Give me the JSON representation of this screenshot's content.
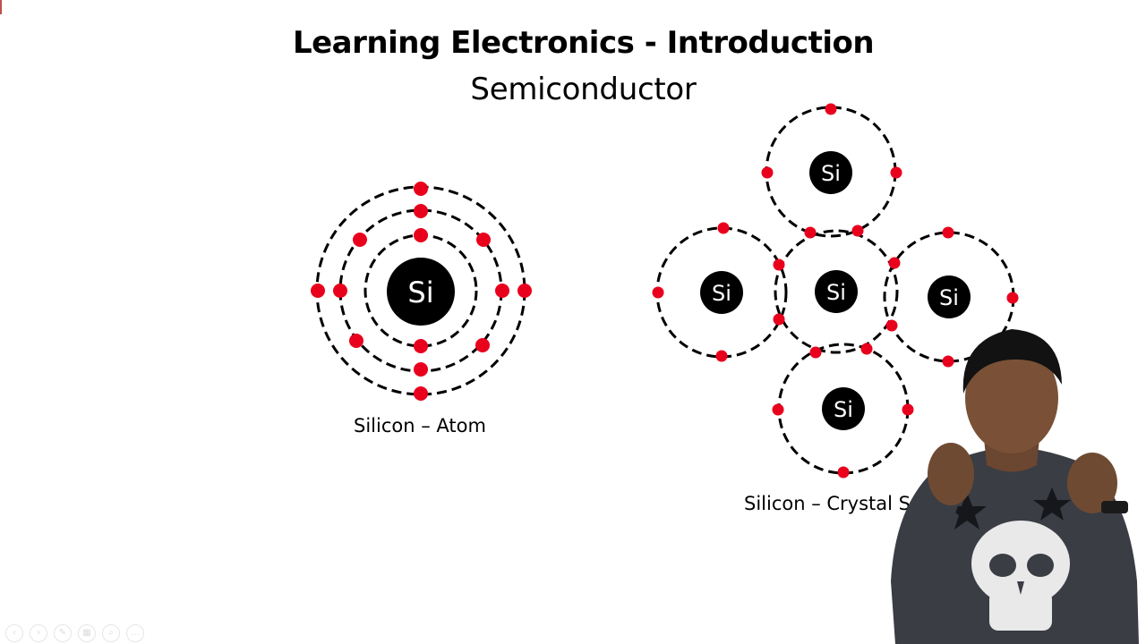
{
  "slide": {
    "title": "Learning Electronics - Introduction",
    "subtitle": "Semiconductor"
  },
  "atom": {
    "nucleus_label": "Si",
    "caption": "Silicon – Atom",
    "shell_electron_counts": [
      2,
      8,
      4
    ]
  },
  "crystal": {
    "caption": "Silicon – Crystal S",
    "atom_labels": [
      "Si",
      "Si",
      "Si",
      "Si",
      "Si"
    ]
  },
  "colors": {
    "electron": "#e8001c",
    "nucleus": "#000000",
    "nucleus_text": "#ffffff",
    "orbit": "#000000"
  },
  "toolbar": {
    "icons": [
      "prev-icon",
      "next-icon",
      "pen-icon",
      "slides-icon",
      "zoom-icon",
      "more-icon"
    ]
  }
}
